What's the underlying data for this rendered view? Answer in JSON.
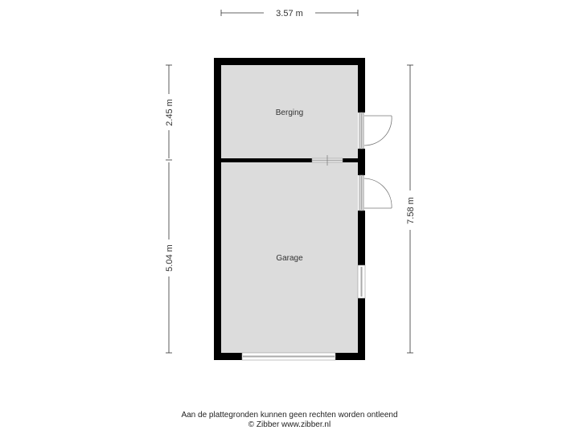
{
  "rooms": [
    {
      "name": "Berging"
    },
    {
      "name": "Garage"
    }
  ],
  "dimensions": {
    "width_total": "3.57 m",
    "left_upper": "2.45 m",
    "left_lower": "5.04 m",
    "right_total": "7.58 m"
  },
  "footer": {
    "disclaimer": "Aan de plattegronden kunnen geen rechten worden ontleend",
    "copyright": "© Zibber www.zibber.nl"
  },
  "colors": {
    "wall": "#000000",
    "floor": "#dcdcdc"
  }
}
